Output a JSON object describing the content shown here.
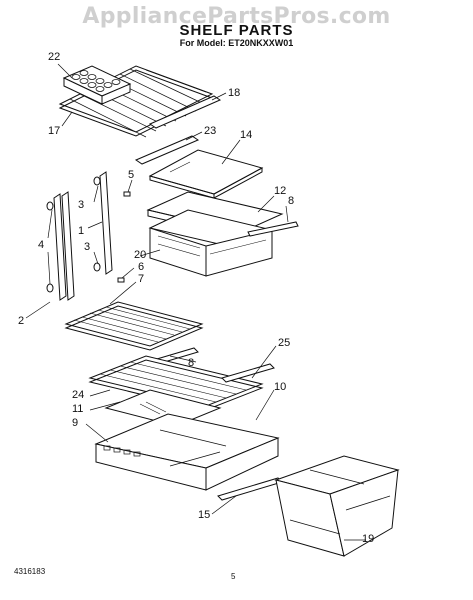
{
  "header": {
    "watermark": "AppliancePartsPros.com",
    "title": "SHELF PARTS",
    "model_line": "For Model: ET20NKXXW01"
  },
  "callouts": {
    "c22": "22",
    "c17": "17",
    "c18": "18",
    "c23": "23",
    "c14": "14",
    "c5": "5",
    "c3a": "3",
    "c1": "1",
    "c4": "4",
    "c3b": "3",
    "c2": "2",
    "c12": "12",
    "c8a": "8",
    "c20": "20",
    "c6": "6",
    "c7": "7",
    "c8b": "8",
    "c25": "25",
    "c24": "24",
    "c11": "11",
    "c9": "9",
    "c10": "10",
    "c15": "15",
    "c19": "19"
  },
  "footer": {
    "doc_number": "4316183",
    "page_number": "5"
  }
}
